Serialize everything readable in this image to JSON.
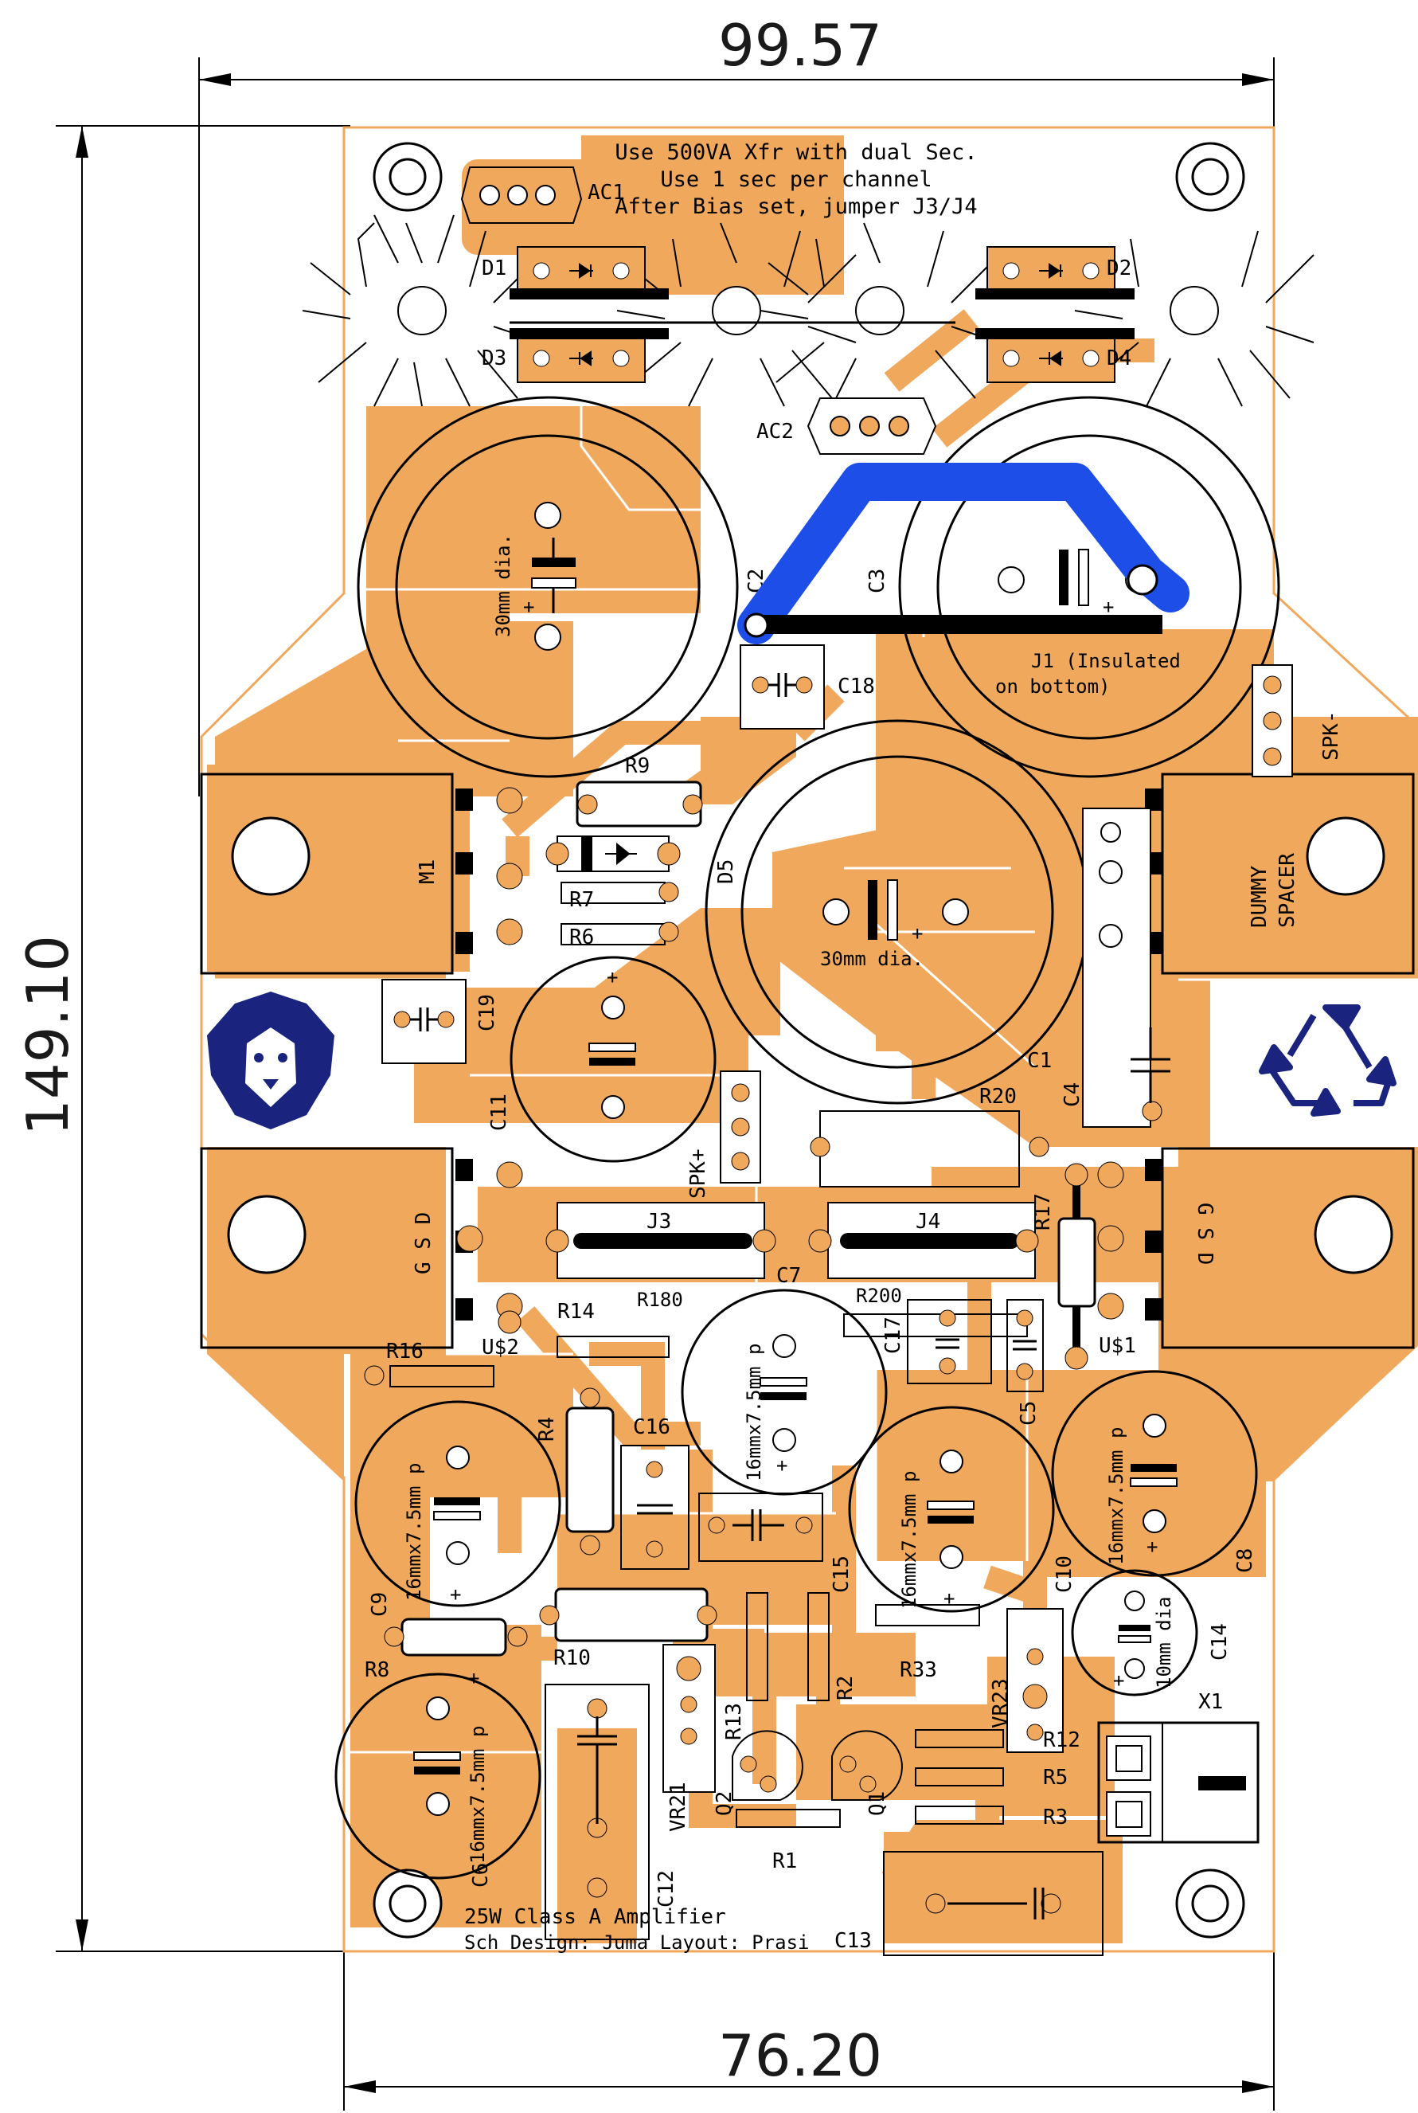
{
  "dimensions": {
    "top_width": "99.57",
    "left_height": "149.10",
    "bottom_width": "76.20"
  },
  "notes": {
    "line1": "Use 500VA Xfr with dual Sec.",
    "line2": "Use 1 sec per channel",
    "line3": "After Bias set, jumper J3/J4",
    "j1_line1": "J1 (Insulated",
    "j1_line2": "on bottom)",
    "cap_dia_c2": "30mm dia.",
    "cap_dia_c1": "30mm dia.",
    "dummy": "DUMMY",
    "spacer": "SPACER",
    "title": "25W Class A Amplifier",
    "credits": "Sch Design: Juma  Layout: Prasi",
    "cap_16": "16mmx7.5mm p",
    "cap_10": "10mm dia"
  },
  "refs": {
    "AC1": "AC1",
    "AC2": "AC2",
    "D1": "D1",
    "D2": "D2",
    "D3": "D3",
    "D4": "D4",
    "C2": "C2",
    "C3": "C3",
    "C18": "C18",
    "R9": "R9",
    "M1": "M1",
    "R7": "R7",
    "R6": "R6",
    "D5": "D5",
    "C19": "C19",
    "C11": "C11",
    "C1": "C1",
    "R20": "R20",
    "C4": "C4",
    "SPK_minus": "SPK-",
    "SPK_plus": "SPK+",
    "J3": "J3",
    "J4": "J4",
    "R17": "R17",
    "C7": "C7",
    "R14": "R14",
    "R180": "R180",
    "R200": "R200",
    "C17": "C17",
    "U2": "U$2",
    "U1": "U$1",
    "R16": "R16",
    "C5": "C5",
    "R4": "R4",
    "C16": "C16",
    "C9": "C9",
    "C15": "C15",
    "C10": "C10",
    "C8": "C8",
    "C14": "C14",
    "R10": "R10",
    "R33": "R33",
    "R8": "R8",
    "VR23": "VR23",
    "R13": "R13",
    "R2": "R2",
    "X1": "X1",
    "R12": "R12",
    "R5": "R5",
    "R3": "R3",
    "Q2": "Q2",
    "Q1": "Q1",
    "VR21": "VR21",
    "R1": "R1",
    "C6": "C6",
    "C12": "C12",
    "C13": "C13"
  },
  "gsd_left": "G S D",
  "gsd_right": "G S D",
  "colors": {
    "copper": "#f0a95c",
    "jumper_blue": "#1d4fe8",
    "logo_navy": "#1a237e",
    "outline": "#f0a95c"
  }
}
